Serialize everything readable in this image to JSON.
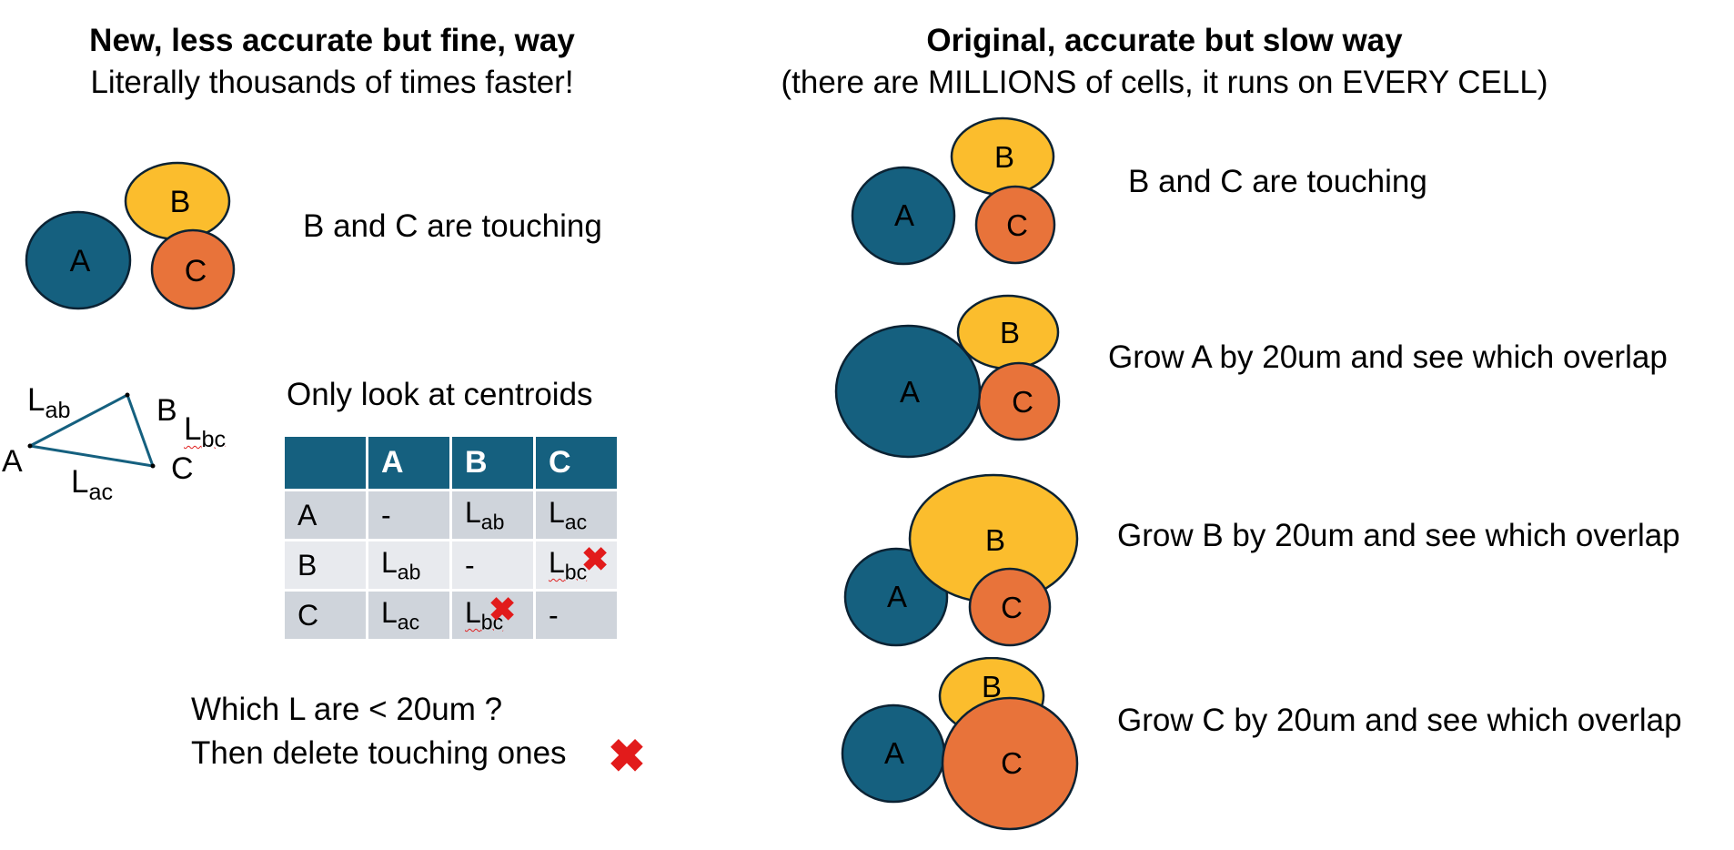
{
  "left_panel": {
    "title": "New, less accurate but fine, way",
    "subtitle": "Literally thousands of times faster!",
    "touching_label": "B and C are touching",
    "cells": {
      "a": "A",
      "b": "B",
      "c": "C"
    },
    "triangle": {
      "vertex_a": "A",
      "vertex_b": "B",
      "vertex_c": "C",
      "edge_ab": {
        "main": "L",
        "sub": "ab"
      },
      "edge_bc": {
        "main": "L",
        "sub": "bc"
      },
      "edge_ac": {
        "main": "L",
        "sub": "ac"
      }
    },
    "centroids_label": "Only look at centroids",
    "table": {
      "headers": [
        "",
        "A",
        "B",
        "C"
      ],
      "rows": [
        {
          "head": "A",
          "cells": [
            {
              "text": "-"
            },
            {
              "main": "L",
              "sub": "ab"
            },
            {
              "main": "L",
              "sub": "ac"
            }
          ]
        },
        {
          "head": "B",
          "cells": [
            {
              "main": "L",
              "sub": "ab"
            },
            {
              "text": "-"
            },
            {
              "main": "L",
              "sub": "bc",
              "crossed": true
            }
          ]
        },
        {
          "head": "C",
          "cells": [
            {
              "main": "L",
              "sub": "ac"
            },
            {
              "main": "L",
              "sub": "bc",
              "crossed": true
            },
            {
              "text": "-"
            }
          ]
        }
      ]
    },
    "question_line1": "Which L are < 20um ?",
    "question_line2": "Then delete touching ones"
  },
  "right_panel": {
    "title": "Original, accurate but slow way",
    "subtitle": "(there are MILLIONS of cells, it runs on EVERY CELL)",
    "steps": [
      {
        "label": "B and C are touching",
        "a": "A",
        "b": "B",
        "c": "C"
      },
      {
        "label": "Grow A by 20um and see which overlap",
        "a": "A",
        "b": "B",
        "c": "C"
      },
      {
        "label": "Grow B by 20um and see which overlap",
        "a": "A",
        "b": "B",
        "c": "C"
      },
      {
        "label": "Grow C by 20um and see which overlap",
        "a": "A",
        "b": "B",
        "c": "C"
      }
    ]
  },
  "colors": {
    "cell_a": "#15607f",
    "cell_b": "#fbbd2d",
    "cell_c": "#e8733a",
    "outline": "#0b2233",
    "table_header": "#15607f",
    "cross": "#e21b1b"
  },
  "icons": {
    "delete": "red-x-icon"
  }
}
